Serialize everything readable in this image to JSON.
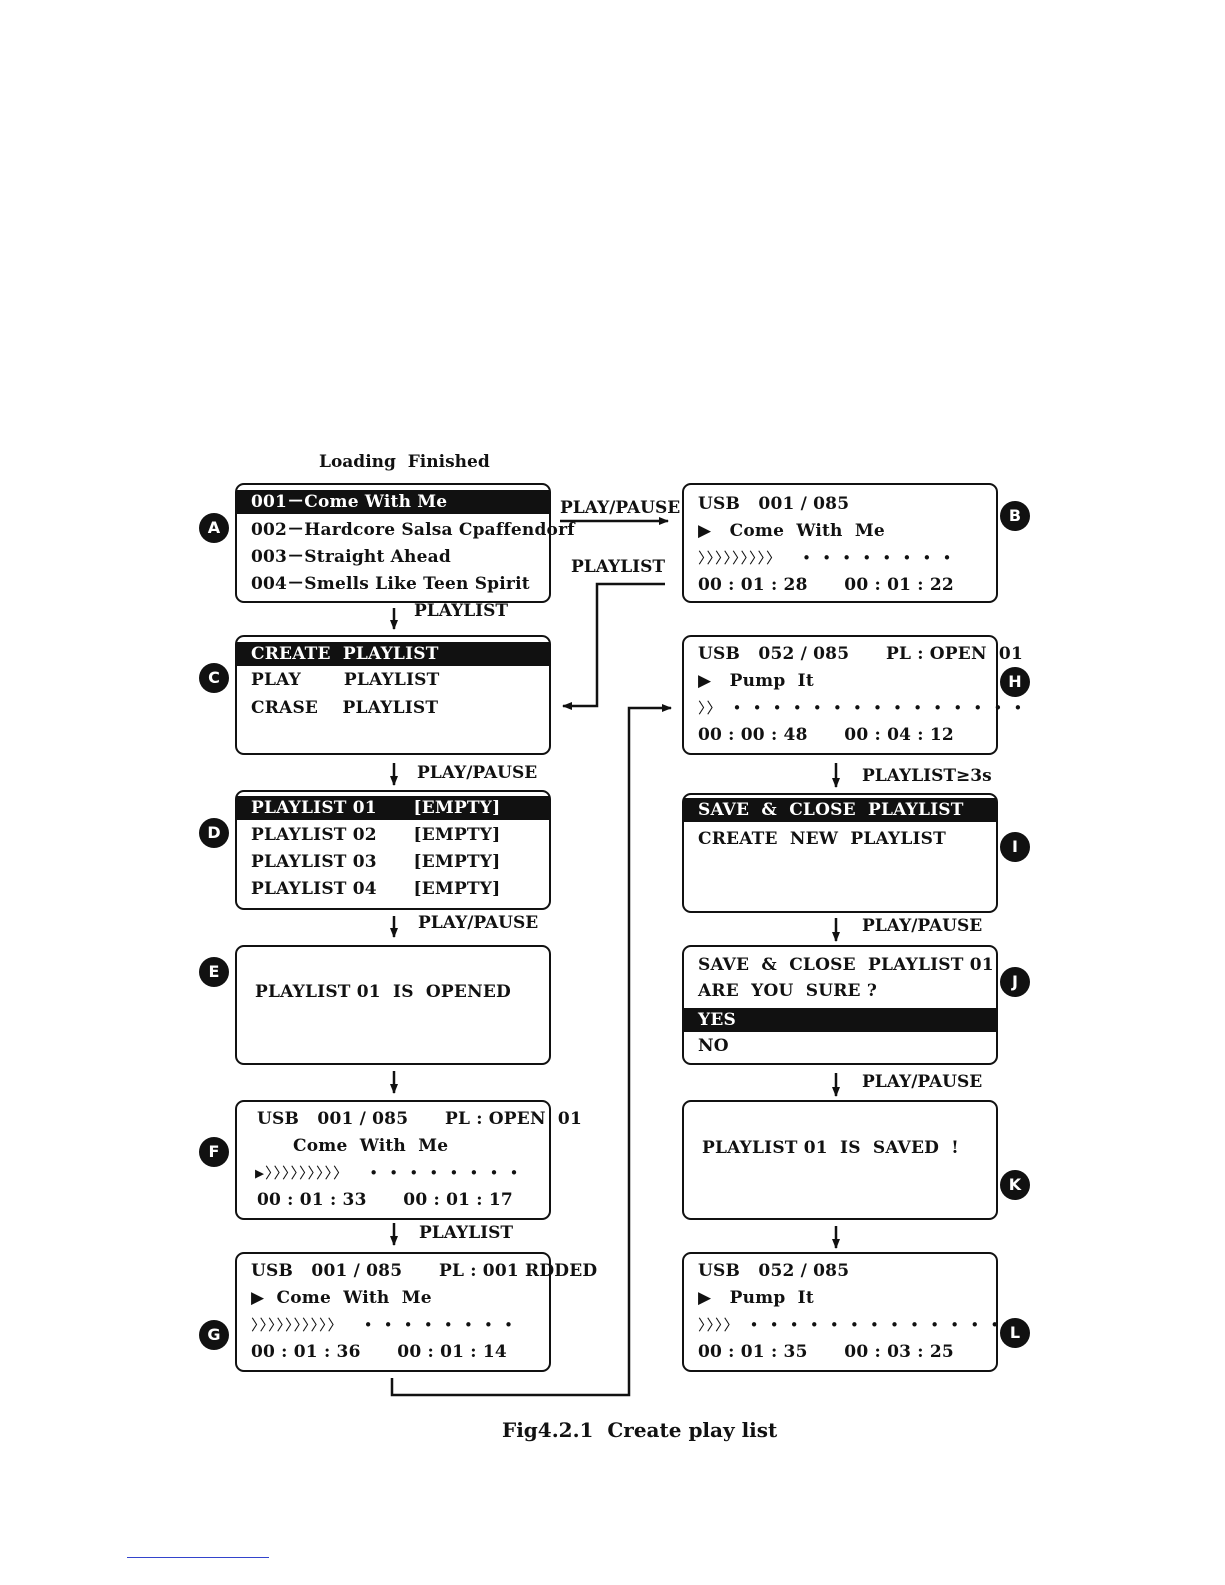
{
  "title": "Loading  Finished",
  "caption": "Fig4.2.1  Create play list",
  "screens": {
    "A": {
      "badge": "A",
      "lines": [
        "001－Come With Me",
        "002－Hardcore Salsa Cpaffendorf",
        "003－Straight Ahead",
        "004－Smells Like Teen Spirit"
      ]
    },
    "B": {
      "badge": "B",
      "lines": [
        "USB   001 / 085",
        "▶   Come  With  Me",
        "〉〉〉〉〉〉〉〉〉  • • • • • • • •",
        "00 : 01 : 28      00 : 01 : 22"
      ]
    },
    "C": {
      "badge": "C",
      "lines": [
        "CREATE  PLAYLIST",
        "PLAY       PLAYLIST",
        "CRASE    PLAYLIST"
      ]
    },
    "D": {
      "badge": "D",
      "lines": [
        "PLAYLIST 01      [EMPTY]",
        "PLAYLIST 02      [EMPTY]",
        "PLAYLIST 03      [EMPTY]",
        "PLAYLIST 04      [EMPTY]"
      ]
    },
    "E": {
      "badge": "E",
      "lines": [
        "PLAYLIST 01  IS  OPENED"
      ]
    },
    "F": {
      "badge": "F",
      "lines": [
        "USB   001 / 085      PL : OPEN  01",
        "Come  With  Me",
        "▶〉〉〉〉〉〉〉〉〉  • • • • • • • •",
        "00 : 01 : 33      00 : 01 : 17"
      ]
    },
    "G": {
      "badge": "G",
      "lines": [
        "USB   001 / 085      PL : 001 RDDED",
        "▶  Come  With  Me",
        "〉〉〉〉〉〉〉〉〉〉  • • • • • • • •",
        "00 : 01 : 36      00 : 01 : 14"
      ]
    },
    "H": {
      "badge": "H",
      "lines": [
        "USB   052 / 085      PL : OPEN  01",
        "▶   Pump  It",
        "〉〉 • • • • • • • • • • • • • • •",
        "00 : 00 : 48      00 : 04 : 12"
      ]
    },
    "I": {
      "badge": "I",
      "lines": [
        "SAVE  &  CLOSE  PLAYLIST",
        "CREATE  NEW  PLAYLIST"
      ]
    },
    "J": {
      "badge": "J",
      "lines": [
        "SAVE  &  CLOSE  PLAYLIST 01",
        "ARE  YOU  SURE ?",
        "YES",
        "NO"
      ]
    },
    "K": {
      "badge": "K",
      "lines": [
        "PLAYLIST 01  IS  SAVED  !"
      ]
    },
    "L": {
      "badge": "L",
      "lines": [
        "USB   052 / 085",
        "▶   Pump  It",
        "〉〉〉〉 • • • • • • • • • • • • •",
        "00 : 01 : 35      00 : 03 : 25"
      ]
    }
  },
  "labels": {
    "a_to_b": "PLAY/PAUSE",
    "b_to_c": "PLAYLIST",
    "a_to_c": "PLAYLIST",
    "c_to_d": "PLAY/PAUSE",
    "d_to_e": "PLAY/PAUSE",
    "f_to_g": "PLAYLIST",
    "h_to_i": "PLAYLIST≥3s",
    "i_to_j": "PLAY/PAUSE",
    "j_to_k": "PLAY/PAUSE"
  }
}
